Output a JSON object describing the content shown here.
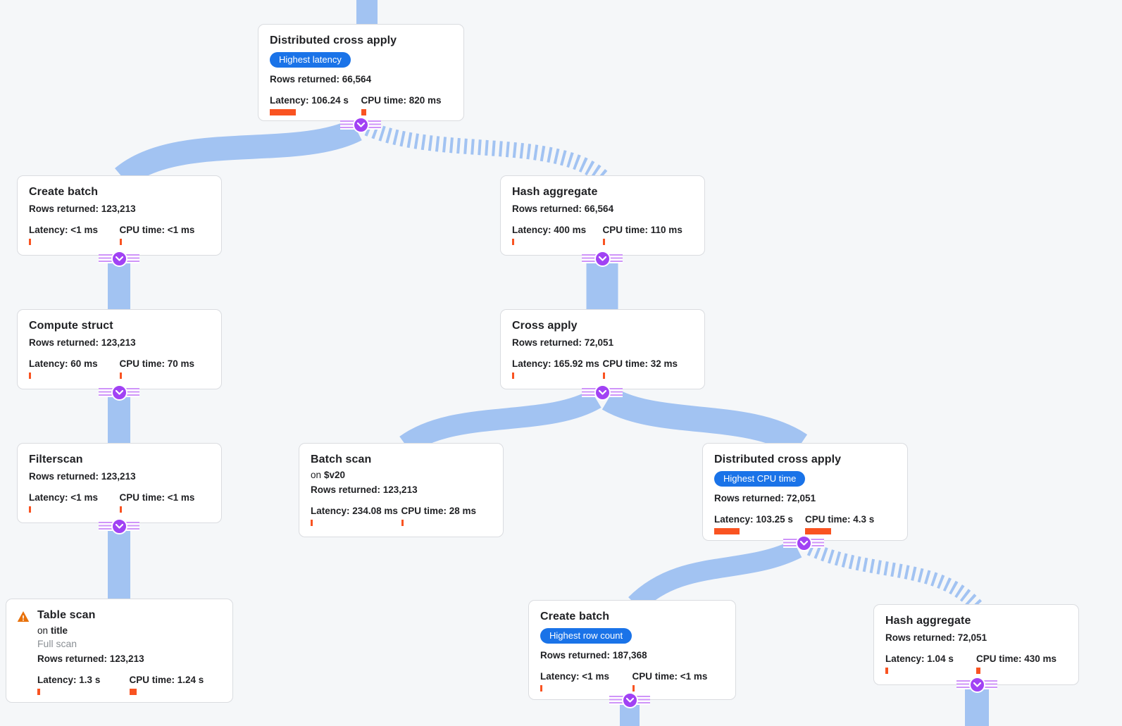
{
  "app": {
    "view": "query-execution-plan-graph",
    "colors": {
      "background": "#f5f7f9",
      "edge_blue": "#a2c3f2",
      "badge_blue": "#1a73e8",
      "metric_bar_orange": "#f95321",
      "connector_purple": "#a142f4",
      "warning_orange": "#e8710a",
      "node_border": "#dadce0"
    }
  },
  "labels": {
    "rows": "Rows returned:",
    "latency": "Latency:",
    "cpu": "CPU time:",
    "on": "on"
  },
  "nodes": [
    {
      "id": "distributed-cross-apply-root",
      "title": "Distributed cross apply",
      "badge": "Highest latency",
      "rows_label": "Rows returned:",
      "rows_value": "66,564",
      "latency_label": "Latency:",
      "latency_value": "106.24 s",
      "latency_bar": 37,
      "cpu_label": "CPU time:",
      "cpu_value": "820 ms",
      "cpu_bar": 7
    },
    {
      "id": "create-batch",
      "title": "Create batch",
      "rows_label": "Rows returned:",
      "rows_value": "123,213",
      "latency_label": "Latency:",
      "latency_value": "<1 ms",
      "latency_bar": 3,
      "cpu_label": "CPU time:",
      "cpu_value": "<1 ms",
      "cpu_bar": 3
    },
    {
      "id": "hash-aggregate",
      "title": "Hash aggregate",
      "rows_label": "Rows returned:",
      "rows_value": "66,564",
      "latency_label": "Latency:",
      "latency_value": "400 ms",
      "latency_bar": 3,
      "cpu_label": "CPU time:",
      "cpu_value": "110 ms",
      "cpu_bar": 3
    },
    {
      "id": "compute-struct",
      "title": "Compute struct",
      "rows_label": "Rows returned:",
      "rows_value": "123,213",
      "latency_label": "Latency:",
      "latency_value": "60 ms",
      "latency_bar": 3,
      "cpu_label": "CPU time:",
      "cpu_value": "70 ms",
      "cpu_bar": 3
    },
    {
      "id": "cross-apply",
      "title": "Cross apply",
      "rows_label": "Rows returned:",
      "rows_value": "72,051",
      "latency_label": "Latency:",
      "latency_value": "165.92 ms",
      "latency_bar": 3,
      "cpu_label": "CPU time:",
      "cpu_value": "32 ms",
      "cpu_bar": 3
    },
    {
      "id": "filterscan",
      "title": "Filterscan",
      "rows_label": "Rows returned:",
      "rows_value": "123,213",
      "latency_label": "Latency:",
      "latency_value": "<1 ms",
      "latency_bar": 3,
      "cpu_label": "CPU time:",
      "cpu_value": "<1 ms",
      "cpu_bar": 3
    },
    {
      "id": "batch-scan",
      "title": "Batch scan",
      "on_label": "on",
      "on_target": "$v20",
      "rows_label": "Rows returned:",
      "rows_value": "123,213",
      "latency_label": "Latency:",
      "latency_value": "234.08 ms",
      "latency_bar": 3,
      "cpu_label": "CPU time:",
      "cpu_value": "28 ms",
      "cpu_bar": 3
    },
    {
      "id": "distributed-cross-apply-cpu",
      "title": "Distributed cross apply",
      "badge": "Highest CPU time",
      "rows_label": "Rows returned:",
      "rows_value": "72,051",
      "latency_label": "Latency:",
      "latency_value": "103.25 s",
      "latency_bar": 36,
      "cpu_label": "CPU time:",
      "cpu_value": "4.3 s",
      "cpu_bar": 37
    },
    {
      "id": "table-scan",
      "title": "Table scan",
      "on_label": "on",
      "on_target": "title",
      "note": "Full scan",
      "warning": "true",
      "rows_label": "Rows returned:",
      "rows_value": "123,213",
      "latency_label": "Latency:",
      "latency_value": "1.3 s",
      "latency_bar": 4,
      "cpu_label": "CPU time:",
      "cpu_value": "1.24 s",
      "cpu_bar": 10
    },
    {
      "id": "create-batch-rowcount",
      "title": "Create batch",
      "badge": "Highest row count",
      "rows_label": "Rows returned:",
      "rows_value": "187,368",
      "latency_label": "Latency:",
      "latency_value": "<1 ms",
      "latency_bar": 3,
      "cpu_label": "CPU time:",
      "cpu_value": "<1 ms",
      "cpu_bar": 3
    },
    {
      "id": "hash-aggregate-2",
      "title": "Hash aggregate",
      "rows_label": "Rows returned:",
      "rows_value": "72,051",
      "latency_label": "Latency:",
      "latency_value": "1.04 s",
      "latency_bar": 4,
      "cpu_label": "CPU time:",
      "cpu_value": "430 ms",
      "cpu_bar": 6
    }
  ]
}
